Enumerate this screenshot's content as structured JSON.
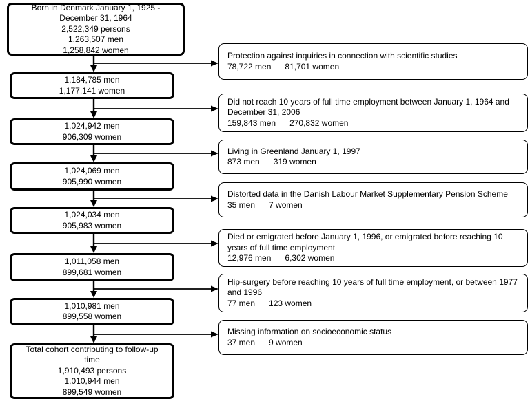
{
  "flowchart": {
    "cohort_boxes": [
      {
        "text": "Born in Denmark January 1, 1925 -\nDecember 31, 1964\n2,522,349 persons\n1,263,507 men\n1,258,842 women"
      },
      {
        "text": "1,184,785 men\n1,177,141 women"
      },
      {
        "text": "1,024,942 men\n906,309 women"
      },
      {
        "text": "1,024,069 men\n905,990 women"
      },
      {
        "text": "1,024,034 men\n905,983 women"
      },
      {
        "text": "1,011,058 men\n899,681 women"
      },
      {
        "text": "1,010,981 men\n899,558 women"
      },
      {
        "text": "Total cohort contributing to follow-up\ntime\n1,910,493 persons\n1,010,944 men\n899,549 women"
      }
    ],
    "exclusion_boxes": [
      {
        "text": "Protection against inquiries in connection with scientific studies",
        "men": "78,722 men",
        "women": "81,701 women"
      },
      {
        "text": "Did not reach 10 years of full time employment between January 1, 1964 and\nDecember 31, 2006",
        "men": "159,843 men",
        "women": "270,832 women"
      },
      {
        "text": "Living in Greenland January 1, 1997",
        "men": "873 men",
        "women": "319 women"
      },
      {
        "text": "Distorted data in the Danish Labour Market Supplementary Pension Scheme",
        "men": "35 men",
        "women": "7 women"
      },
      {
        "text": "Died or emigrated before January 1, 1996, or emigrated before reaching 10\nyears of full time employment",
        "men": "12,976 men",
        "women": "6,302 women"
      },
      {
        "text": "Hip-surgery before reaching 10 years of full time employment, or between 1977\nand 1996",
        "men": "77 men",
        "women": "123 women"
      },
      {
        "text": "Missing information on socioeconomic status",
        "men": "37 men",
        "women": "9 women"
      }
    ],
    "colors": {
      "line": "#000000",
      "background": "#ffffff"
    }
  }
}
